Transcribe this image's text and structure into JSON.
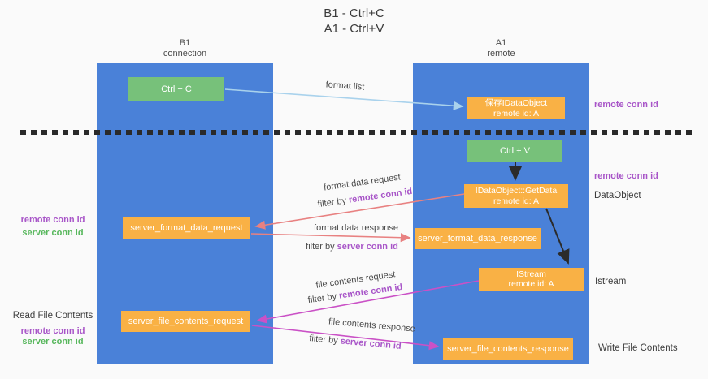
{
  "title": {
    "line1": "B1 - Ctrl+C",
    "line2": "A1 - Ctrl+V"
  },
  "columns": {
    "b1": {
      "name": "B1",
      "subtitle": "connection"
    },
    "a1": {
      "name": "A1",
      "subtitle": "remote"
    }
  },
  "nodes": {
    "ctrl_c": {
      "label": "Ctrl + C"
    },
    "save_idataobject": {
      "line1": "保存IDataObject",
      "line2": "remote id: A"
    },
    "ctrl_v": {
      "label": "Ctrl + V"
    },
    "getdata": {
      "line1": "IDataObject::GetData",
      "line2": "remote id: A"
    },
    "format_request": {
      "label": "server_format_data_request"
    },
    "format_response": {
      "label": "server_format_data_response"
    },
    "istream": {
      "line1": "IStream",
      "line2": "remote id: A"
    },
    "file_request": {
      "label": "server_file_contents_request"
    },
    "file_response": {
      "label": "server_file_contents_response"
    }
  },
  "edge_labels": {
    "format_list": "format list",
    "format_data_request": "format data request",
    "format_data_request_filter_prefix": "filter by ",
    "format_data_request_filter_key": "remote conn id",
    "format_data_response": "format data response",
    "format_data_response_filter_prefix": "filter by ",
    "format_data_response_filter_key": "server conn id",
    "file_contents_request": "file contents request",
    "file_contents_request_filter_prefix": "filter by ",
    "file_contents_request_filter_key": "remote conn id",
    "file_contents_response": "file contents response",
    "file_contents_response_filter_prefix": "filter by ",
    "file_contents_response_filter_key": "server conn id"
  },
  "side_labels": {
    "right_top_remote_conn_id": "remote conn id",
    "right_mid_remote_conn_id": "remote conn id",
    "data_object": "DataObject",
    "istream": "Istream",
    "write_file_contents": "Write File Contents",
    "left_remote_conn_id_1": "remote conn id",
    "left_server_conn_id_1": "server conn id",
    "read_file_contents": "Read File Contents",
    "left_remote_conn_id_2": "remote conn id",
    "left_server_conn_id_2": "server conn id"
  },
  "colors": {
    "column_blue": "#4a81d8",
    "box_green": "#77c17a",
    "box_orange": "#f9b145",
    "purple_text": "#a855c8",
    "green_text": "#57b75c",
    "arrow_salmon": "#e88181",
    "arrow_magenta": "#ca51c6",
    "arrow_lightblue": "#a9d2ec",
    "arrow_black": "#2b2b2b"
  }
}
